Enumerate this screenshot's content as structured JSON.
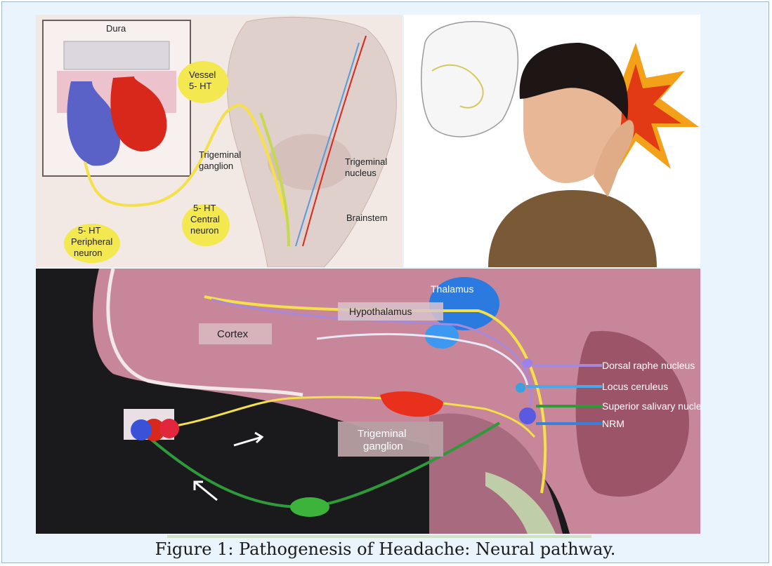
{
  "figure": {
    "caption": "Figure 1: Pathogenesis of Headache: Neural pathway."
  },
  "top_left_panel": {
    "labels": {
      "dura": "Dura",
      "vessel_line1": "Vessel",
      "vessel_line2": "5- HT",
      "trig_ganglion_line1": "Trigeminal",
      "trig_ganglion_line2": "ganglion",
      "trig_nucleus_line1": "Trigeminal",
      "trig_nucleus_line2": "nucleus",
      "central_line1": "5- HT",
      "central_line2": "Central",
      "central_line3": "neuron",
      "brainstem": "Brainstem",
      "peripheral_line1": "5- HT",
      "peripheral_line2": "Peripheral",
      "peripheral_line3": "neuron"
    }
  },
  "bottom_panel": {
    "labels": {
      "thalamus": "Thalamus",
      "hypothalamus": "Hypothalamus",
      "cortex": "Cortex",
      "dorsal_raphe": "Dorsal raphe nucleus",
      "locus_ceruleus": "Locus ceruleus",
      "superior_salivary": "Superior salivary nucleus",
      "nrm": "NRM",
      "trig_ganglion_line1": "Trigeminal",
      "trig_ganglion_line2": "ganglion"
    }
  },
  "colors": {
    "nerve_yellow": "#f3e04a",
    "vessel_red": "#d8281c",
    "vessel_blue": "#5a62c8",
    "pathway_green": "#2e9a3a",
    "pathway_purple": "#a888d8",
    "pathway_cyan": "#4aa8e8",
    "thalamus_blue": "#2a7ae0",
    "brain_pink": "#c8869a"
  }
}
